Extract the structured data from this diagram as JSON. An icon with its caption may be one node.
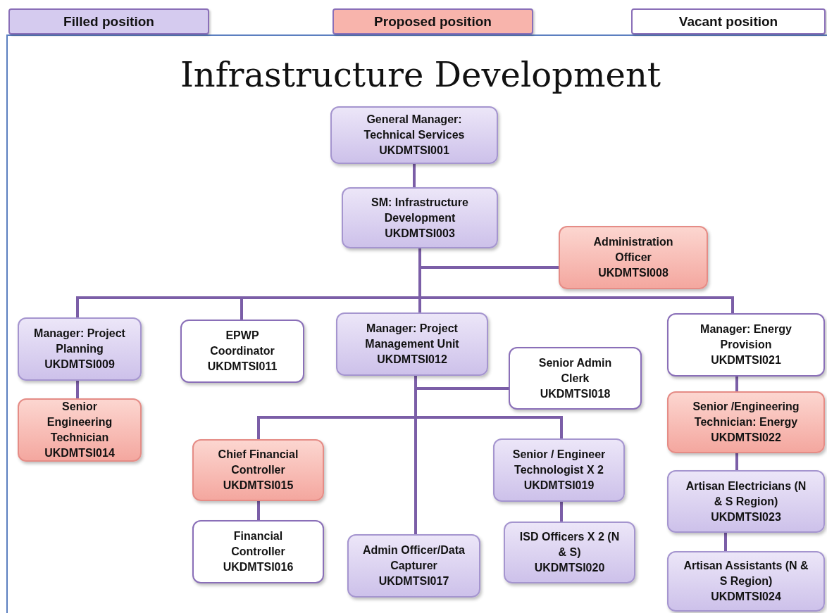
{
  "diagram": {
    "title": "Infrastructure Development",
    "nodes": [
      {
        "text": [
          "General Manager: Technical Services",
          "UKDMTSI001"
        ]
      },
      {
        "text": [
          "SM: Infrastructure Development",
          "UKDMTSI003"
        ]
      },
      {
        "text": [
          "Administration Officer",
          "UKDMTSI008"
        ]
      },
      {
        "text": [
          "Manager: Project Planning",
          "UKDMTSI009"
        ]
      },
      {
        "text": [
          "EPWP Coordinator",
          "UKDMTSI011"
        ]
      },
      {
        "text": [
          "Manager: Project Management Unit",
          "UKDMTSI012"
        ]
      },
      {
        "text": [
          "Senior Admin Clerk",
          "UKDMTSI018"
        ]
      },
      {
        "text": [
          "Manager: Energy Provision",
          "UKDMTSI021"
        ]
      },
      {
        "text": [
          "Senior Engineering Technician",
          "UKDMTSI014"
        ]
      },
      {
        "text": [
          "Chief Financial Controller",
          "UKDMTSI015"
        ]
      },
      {
        "text": [
          "Admin Officer/Data Capturer",
          "UKDMTSI017"
        ]
      },
      {
        "text": [
          "Senior / Engineer Technologist X 2",
          "UKDMTSI019"
        ]
      },
      {
        "text": [
          "Financial Controller",
          "UKDMTSI016"
        ]
      },
      {
        "text": [
          "ISD Officers X 2 (N & S)",
          "UKDMTSI020"
        ]
      },
      {
        "text": [
          "Senior /Engineering Technician: Energy",
          "UKDMTSI022"
        ]
      },
      {
        "text": [
          "Artisan Electricians (N & S Region)",
          "UKDMTSI023"
        ]
      },
      {
        "text": [
          "Artisan Assistants (N & S Region)",
          "UKDMTSI024"
        ]
      }
    ],
    "edges": [
      {
        "from": 0,
        "to": 1,
        "arrow": "none"
      },
      {
        "from": 1,
        "to": 2,
        "arrow": "none"
      },
      {
        "from": 1,
        "to": 3,
        "arrow": "none"
      },
      {
        "from": 1,
        "to": 4,
        "arrow": "none"
      },
      {
        "from": 1,
        "to": 5,
        "arrow": "none"
      },
      {
        "from": 1,
        "to": 7,
        "arrow": "none"
      },
      {
        "from": 3,
        "to": 8,
        "arrow": "none"
      },
      {
        "from": 5,
        "to": 6,
        "arrow": "none"
      },
      {
        "from": 5,
        "to": 9,
        "arrow": "none"
      },
      {
        "from": 5,
        "to": 10,
        "arrow": "none"
      },
      {
        "from": 5,
        "to": 11,
        "arrow": "none"
      },
      {
        "from": 9,
        "to": 12,
        "arrow": "none"
      },
      {
        "from": 11,
        "to": 13,
        "arrow": "none"
      },
      {
        "from": 7,
        "to": 14,
        "arrow": "none"
      },
      {
        "from": 14,
        "to": 15,
        "arrow": "none"
      },
      {
        "from": 15,
        "to": 16,
        "arrow": "none"
      }
    ],
    "legend": [
      {
        "text": "Filled position",
        "color": "#d5cbef"
      },
      {
        "text": "Proposed position",
        "color": "#f8b4ac"
      },
      {
        "text": "Vacant position",
        "color": "#ffffff"
      }
    ]
  }
}
